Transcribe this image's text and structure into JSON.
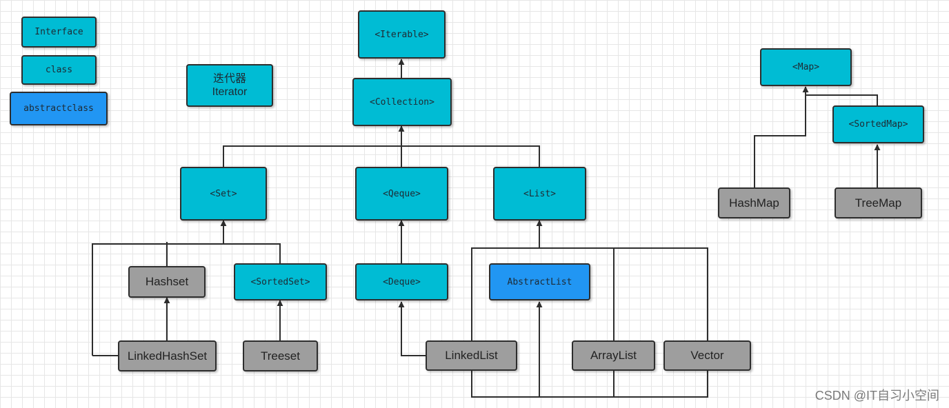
{
  "legend": {
    "interface": "Interface",
    "class": "class",
    "abstract": "abstractclass"
  },
  "iterator": {
    "line1": "迭代器",
    "line2": "Iterator"
  },
  "nodes": {
    "iterable": "<Iterable>",
    "collection": "<Collection>",
    "set": "<Set>",
    "qeque": "<Qeque>",
    "list": "<List>",
    "hashset": "Hashset",
    "sortedset": "<SortedSet>",
    "deque": "<Deque>",
    "abstractlist": "AbstractList",
    "linkedhashset": "LinkedHashSet",
    "treeset": "Treeset",
    "linkedlist": "LinkedList",
    "arraylist": "ArrayList",
    "vector": "Vector",
    "map": "<Map>",
    "sortedmap": "<SortedMap>",
    "hashmap": "HashMap",
    "treemap": "TreeMap"
  },
  "watermark": "CSDN @IT自习小空间",
  "colors": {
    "interface": "#00bcd4",
    "abstract": "#2196f3",
    "class": "#9e9e9e",
    "line": "#2d2d2d"
  }
}
